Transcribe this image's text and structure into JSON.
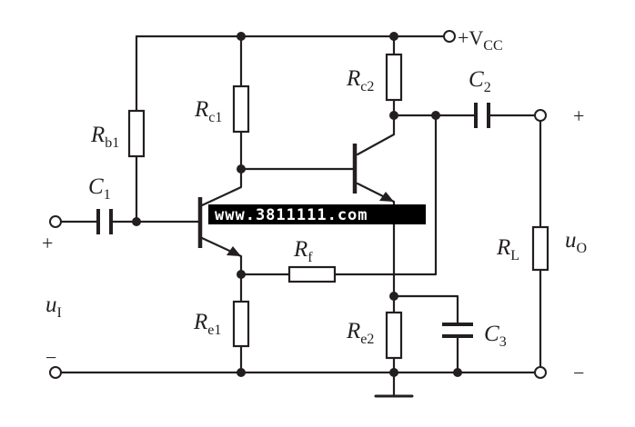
{
  "labels": {
    "vcc": {
      "main": "+V",
      "sub": "CC"
    },
    "rb1": {
      "main": "R",
      "sub": "b1"
    },
    "rc1": {
      "main": "R",
      "sub": "c1"
    },
    "rc2": {
      "main": "R",
      "sub": "c2"
    },
    "c1": {
      "main": "C",
      "sub": "1"
    },
    "c2": {
      "main": "C",
      "sub": "2"
    },
    "c3": {
      "main": "C",
      "sub": "3"
    },
    "rf": {
      "main": "R",
      "sub": "f"
    },
    "re1": {
      "main": "R",
      "sub": "e1"
    },
    "re2": {
      "main": "R",
      "sub": "e2"
    },
    "rl": {
      "main": "R",
      "sub": "L"
    },
    "ui": {
      "main": "u",
      "sub": "I"
    },
    "uo": {
      "main": "u",
      "sub": "O"
    }
  },
  "signs": {
    "input_plus": "+",
    "input_minus": "−",
    "output_plus": "+",
    "output_minus": "−"
  },
  "watermark": "www.3811111.com",
  "colors": {
    "ink": "#231f20",
    "background": "#ffffff",
    "watermark_bg": "#000000",
    "watermark_fg": "#ffffff"
  }
}
